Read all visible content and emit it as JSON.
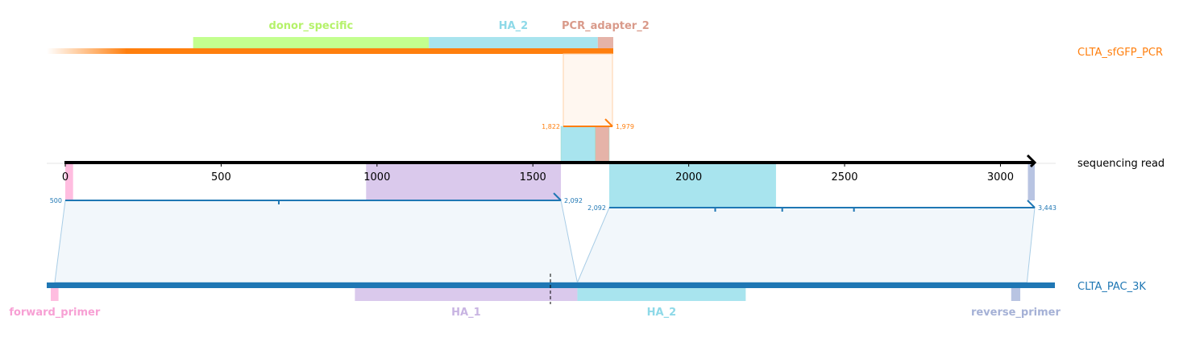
{
  "tracks": {
    "top": {
      "name": "CLTA_sfGFP_PCR",
      "color": "#ff7f0e"
    },
    "middle": {
      "name": "sequencing read",
      "color": "#000000"
    },
    "bottom": {
      "name": "CLTA_PAC_3K",
      "color": "#1f77b4"
    }
  },
  "read_axis": {
    "ticks": [
      {
        "value": 0,
        "label": "0"
      },
      {
        "value": 500,
        "label": "500"
      },
      {
        "value": 1000,
        "label": "1000"
      },
      {
        "value": 1500,
        "label": "1500"
      },
      {
        "value": 2000,
        "label": "2000"
      },
      {
        "value": 2500,
        "label": "2500"
      },
      {
        "value": 3000,
        "label": "3000"
      }
    ],
    "length": 3110
  },
  "top_features": [
    {
      "name": "donor_specific",
      "label": "donor_specific",
      "color": "#c3ff8f",
      "label_color": "#b5f26a",
      "start": 0.454,
      "end": 1.185
    },
    {
      "name": "ha-2",
      "label": "HA_2",
      "color": "#a8e4ee",
      "label_color": "#8ed9e8",
      "start": 1.185,
      "end": 1.709
    },
    {
      "name": "pcr-adapter-2",
      "label": "PCR_adapter_2",
      "color": "#e5b3a8",
      "label_color": "#d99a8a",
      "start": 1.709,
      "end": 1.757
    }
  ],
  "read_features": [
    {
      "name": "forward-primer",
      "color": "#ffbde0",
      "start": 0,
      "end": 25
    },
    {
      "name": "ha-1",
      "color": "#dac9ec",
      "start": 965,
      "end": 1590
    },
    {
      "name": "ha-2",
      "color": "#a8e4ee",
      "start": 1745,
      "end": 2280
    },
    {
      "name": "reverse-primer",
      "color": "#b8c4e2",
      "start": 3088,
      "end": 3110
    }
  ],
  "top_alignment": {
    "read_start": 1590,
    "read_end": 1745,
    "label_left": "1,822",
    "label_right": "1,979",
    "sub_features": [
      {
        "color": "#a8e4ee",
        "start": 1590,
        "end": 1700
      },
      {
        "color": "#e5b3a8",
        "start": 1700,
        "end": 1745
      }
    ]
  },
  "bottom_alignments": [
    {
      "read_start": 0,
      "read_end": 1590,
      "label_left": "500",
      "label_right": "2,092",
      "ref_start": 0.024,
      "ref_end": 1.579,
      "mismatches": [
        685
      ]
    },
    {
      "read_start": 1745,
      "read_end": 3110,
      "label_left": "2,092",
      "label_right": "3,443",
      "ref_start": 1.579,
      "ref_end": 2.917,
      "mismatches": [
        2085,
        2300,
        2530
      ]
    }
  ],
  "bottom_features": [
    {
      "name": "forward-primer",
      "label": "forward_primer",
      "color": "#ffbde0",
      "label_color": "#f7a0d4",
      "start": 0.012,
      "end": 0.035
    },
    {
      "name": "ha-1",
      "label": "HA_1",
      "color": "#dac9ec",
      "label_color": "#c8b4e2",
      "start": 0.917,
      "end": 1.579
    },
    {
      "name": "ha-2",
      "label": "HA_2",
      "color": "#a8e4ee",
      "label_color": "#8ed9e8",
      "start": 1.579,
      "end": 2.08
    },
    {
      "name": "reverse-primer",
      "label": "reverse_primer",
      "color": "#b8c4e2",
      "label_color": "#a5b1d6",
      "start": 2.87,
      "end": 2.897
    }
  ]
}
